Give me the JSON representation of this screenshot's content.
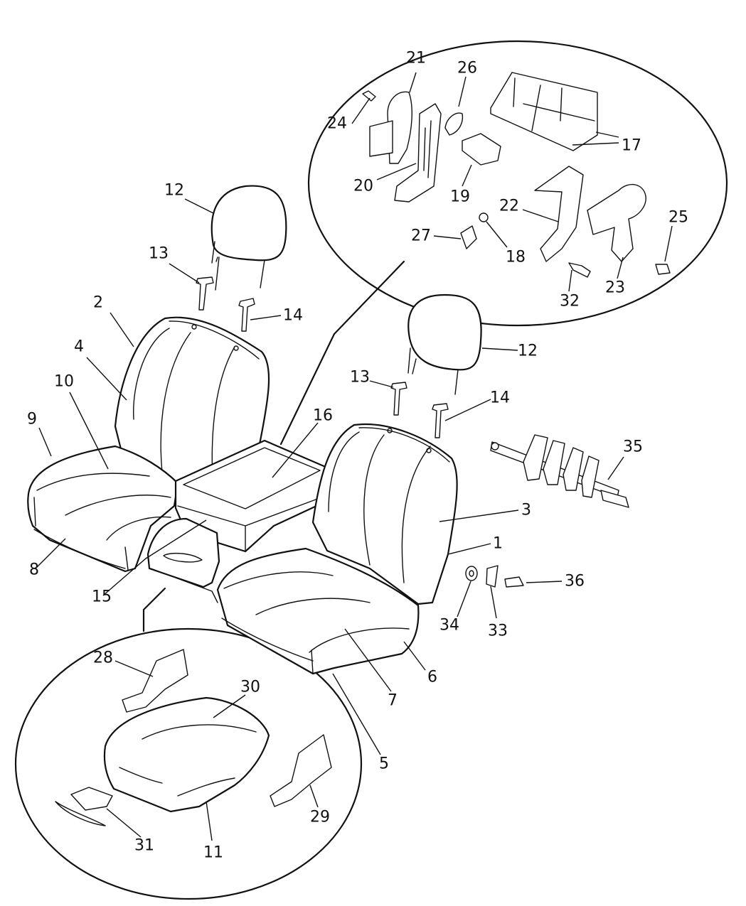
{
  "callouts": [
    {
      "id": "1",
      "text": "1"
    },
    {
      "id": "2",
      "text": "2"
    },
    {
      "id": "3",
      "text": "3"
    },
    {
      "id": "4",
      "text": "4"
    },
    {
      "id": "5",
      "text": "5"
    },
    {
      "id": "6",
      "text": "6"
    },
    {
      "id": "7",
      "text": "7"
    },
    {
      "id": "8",
      "text": "8"
    },
    {
      "id": "9",
      "text": "9"
    },
    {
      "id": "10",
      "text": "10"
    },
    {
      "id": "11",
      "text": "11"
    },
    {
      "id": "12a",
      "text": "12"
    },
    {
      "id": "12b",
      "text": "12"
    },
    {
      "id": "13a",
      "text": "13"
    },
    {
      "id": "13b",
      "text": "13"
    },
    {
      "id": "14a",
      "text": "14"
    },
    {
      "id": "14b",
      "text": "14"
    },
    {
      "id": "15",
      "text": "15"
    },
    {
      "id": "16",
      "text": "16"
    },
    {
      "id": "17",
      "text": "17"
    },
    {
      "id": "18",
      "text": "18"
    },
    {
      "id": "19",
      "text": "19"
    },
    {
      "id": "20",
      "text": "20"
    },
    {
      "id": "21",
      "text": "21"
    },
    {
      "id": "22",
      "text": "22"
    },
    {
      "id": "23",
      "text": "23"
    },
    {
      "id": "24",
      "text": "24"
    },
    {
      "id": "25",
      "text": "25"
    },
    {
      "id": "26",
      "text": "26"
    },
    {
      "id": "27",
      "text": "27"
    },
    {
      "id": "28",
      "text": "28"
    },
    {
      "id": "29",
      "text": "29"
    },
    {
      "id": "30",
      "text": "30"
    },
    {
      "id": "31",
      "text": "31"
    },
    {
      "id": "32",
      "text": "32"
    },
    {
      "id": "33",
      "text": "33"
    },
    {
      "id": "34",
      "text": "34"
    },
    {
      "id": "35",
      "text": "35"
    },
    {
      "id": "36",
      "text": "36"
    }
  ]
}
